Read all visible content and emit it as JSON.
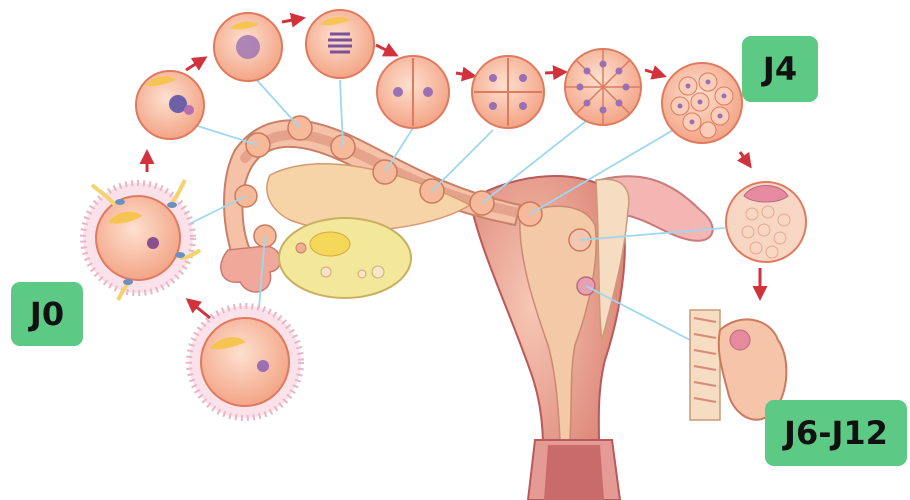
{
  "badges": {
    "j0": "J0",
    "j4": "J4",
    "j6_j12": "J6-J12"
  },
  "colors": {
    "badge_green": "#5cc985",
    "arrow_red": "#d2323c",
    "leader_line": "#9fd7f0",
    "cell_fill": "#f6b99a",
    "cell_border": "#e07a5f",
    "nucleus_purple": "#9b6fb3",
    "uterus_pink": "#e89aa0",
    "ovary_yellow": "#f2e27a"
  },
  "diagram": {
    "kind": "fertilization-to-implantation",
    "stages": [
      "ovulated-oocyte",
      "fertilization",
      "zygote-pronuclei",
      "zygote-prophase",
      "zygote-metaphase",
      "two-cell",
      "four-cell",
      "eight-cell",
      "morula",
      "blastocyst",
      "implantation"
    ]
  }
}
